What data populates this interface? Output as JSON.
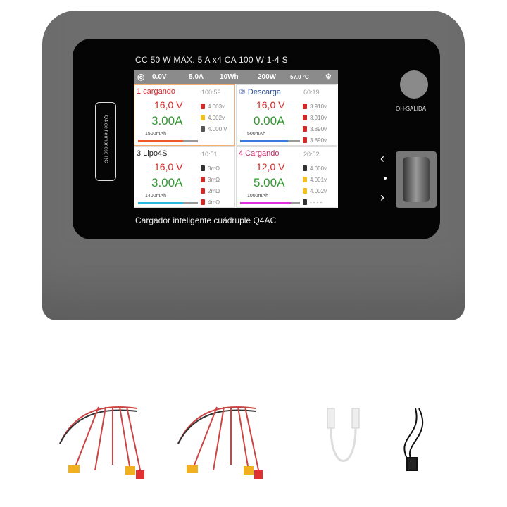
{
  "device": {
    "spec_line": "CC 50 W MÁX. 5 A x4 CA 100 W 1-4 S",
    "footer": "Cargador inteligente cuádruple Q4AC",
    "side_label": "Q4 de hermanoss RC",
    "button_label": "OH-SALIDA"
  },
  "header": {
    "voltage": "0.0V",
    "current": "5.0A",
    "energy": "10Wh",
    "power": "200W",
    "temp": "57.0 °C"
  },
  "channels": [
    {
      "title": "1 cargando",
      "title_color": "#d12a2a",
      "time": "100:59",
      "voltage": "16,0 V",
      "current": "3.00A",
      "capacity": "1500mAh",
      "bar_color": "#f05a28",
      "progress": 0.75,
      "cells": [
        {
          "v": "4.003v",
          "c": "#d12a2a"
        },
        {
          "v": "4.002v",
          "c": "#f0c020"
        },
        {
          "v": "4.000 V",
          "c": "#555"
        },
        {
          "v": "",
          "c": "#fff"
        }
      ]
    },
    {
      "title": "② Descarga",
      "title_color": "#2a4a9a",
      "time": "60:19",
      "voltage": "16,0 V",
      "current": "0.00A",
      "capacity": "500mAh",
      "bar_color": "#3a78e0",
      "progress": 0.8,
      "cells": [
        {
          "v": "3.910v",
          "c": "#d12a2a"
        },
        {
          "v": "3.910v",
          "c": "#d12a2a"
        },
        {
          "v": "3.890v",
          "c": "#d12a2a"
        },
        {
          "v": "3.890v",
          "c": "#d12a2a"
        }
      ]
    },
    {
      "title": "3 Lipo4S",
      "title_color": "#222",
      "time": "10:51",
      "voltage": "16,0 V",
      "current": "3.00A",
      "capacity": "1400mAh",
      "bar_color": "#2ab8e0",
      "progress": 0.75,
      "cells": [
        {
          "v": "3mΩ",
          "c": "#333"
        },
        {
          "v": "3mΩ",
          "c": "#d12a2a"
        },
        {
          "v": "2mΩ",
          "c": "#d12a2a"
        },
        {
          "v": "4mΩ",
          "c": "#d12a2a"
        }
      ]
    },
    {
      "title": "4 Cargando",
      "title_color": "#c0306a",
      "time": "20:52",
      "voltage": "12,0 V",
      "current": "5.00A",
      "capacity": "1000mAh",
      "bar_color": "#e030e0",
      "progress": 0.85,
      "cells": [
        {
          "v": "4.000v",
          "c": "#333"
        },
        {
          "v": "4.001v",
          "c": "#f0c020"
        },
        {
          "v": "4.002v",
          "c": "#f0c020"
        },
        {
          "v": "- - - -",
          "c": "#333"
        }
      ]
    }
  ]
}
